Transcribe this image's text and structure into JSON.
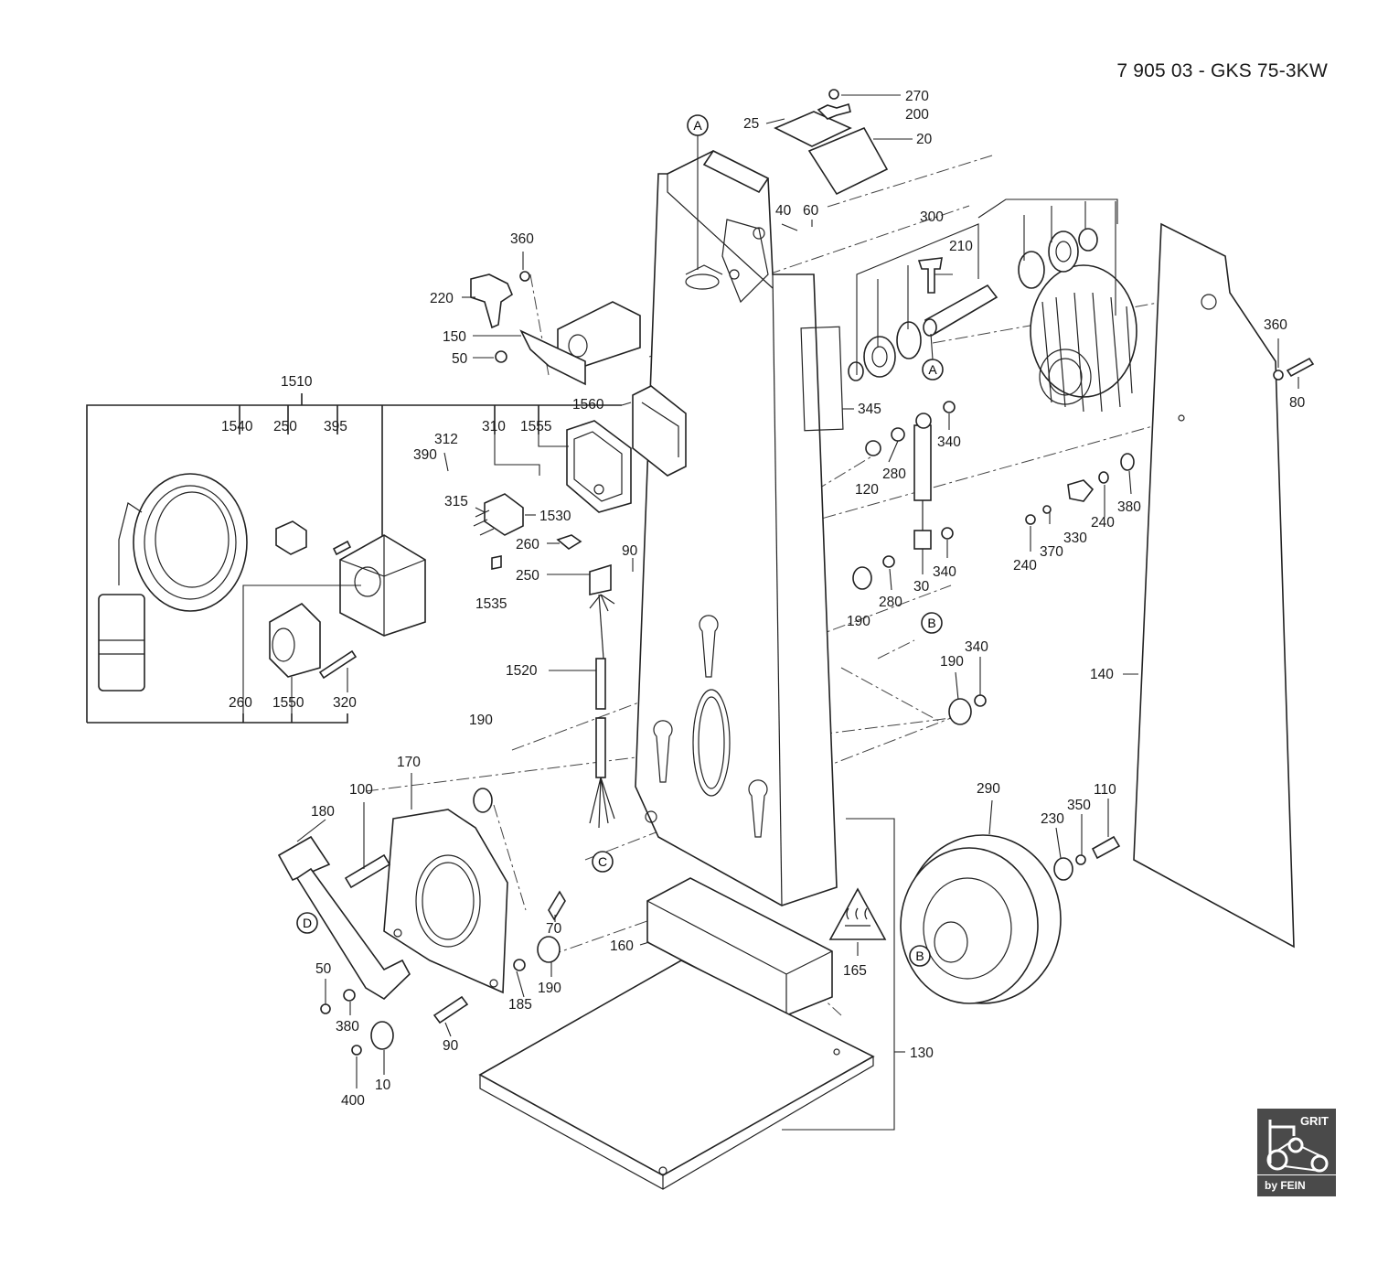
{
  "document": {
    "title": "7 905 03 - GKS 75-3KW"
  },
  "callouts": [
    {
      "id": "c270",
      "text": "270"
    },
    {
      "id": "c200",
      "text": "200"
    },
    {
      "id": "c20",
      "text": "20"
    },
    {
      "id": "c25",
      "text": "25"
    },
    {
      "id": "c40",
      "text": "40"
    },
    {
      "id": "c60",
      "text": "60"
    },
    {
      "id": "c300",
      "text": "300"
    },
    {
      "id": "c210",
      "text": "210"
    },
    {
      "id": "c360a",
      "text": "360"
    },
    {
      "id": "c220",
      "text": "220"
    },
    {
      "id": "c150",
      "text": "150"
    },
    {
      "id": "c50a",
      "text": "50"
    },
    {
      "id": "c360b",
      "text": "360"
    },
    {
      "id": "c80",
      "text": "80"
    },
    {
      "id": "c1510",
      "text": "1510"
    },
    {
      "id": "c1540",
      "text": "1540"
    },
    {
      "id": "c250a",
      "text": "250"
    },
    {
      "id": "c395",
      "text": "395"
    },
    {
      "id": "c310",
      "text": "310"
    },
    {
      "id": "c1555",
      "text": "1555"
    },
    {
      "id": "c1560",
      "text": "1560"
    },
    {
      "id": "c345",
      "text": "345"
    },
    {
      "id": "c390",
      "text": "390"
    },
    {
      "id": "c312",
      "text": "312"
    },
    {
      "id": "c315",
      "text": "315"
    },
    {
      "id": "c1530",
      "text": "1530"
    },
    {
      "id": "c260a",
      "text": "260"
    },
    {
      "id": "c250b",
      "text": "250"
    },
    {
      "id": "c1535",
      "text": "1535"
    },
    {
      "id": "c90a",
      "text": "90"
    },
    {
      "id": "c340a",
      "text": "340"
    },
    {
      "id": "c280a",
      "text": "280"
    },
    {
      "id": "c120",
      "text": "120"
    },
    {
      "id": "c240a",
      "text": "240"
    },
    {
      "id": "c380a",
      "text": "380"
    },
    {
      "id": "c330",
      "text": "330"
    },
    {
      "id": "c370",
      "text": "370"
    },
    {
      "id": "c240b",
      "text": "240"
    },
    {
      "id": "c340b",
      "text": "340"
    },
    {
      "id": "c280b",
      "text": "280"
    },
    {
      "id": "c30",
      "text": "30"
    },
    {
      "id": "c190a",
      "text": "190"
    },
    {
      "id": "c340c",
      "text": "340"
    },
    {
      "id": "c190b",
      "text": "190"
    },
    {
      "id": "c140",
      "text": "140"
    },
    {
      "id": "c1520",
      "text": "1520"
    },
    {
      "id": "c260b",
      "text": "260"
    },
    {
      "id": "c1550",
      "text": "1550"
    },
    {
      "id": "c320",
      "text": "320"
    },
    {
      "id": "c190c",
      "text": "190"
    },
    {
      "id": "c170",
      "text": "170"
    },
    {
      "id": "c100",
      "text": "100"
    },
    {
      "id": "c180",
      "text": "180"
    },
    {
      "id": "c290",
      "text": "290"
    },
    {
      "id": "c230",
      "text": "230"
    },
    {
      "id": "c350",
      "text": "350"
    },
    {
      "id": "c110",
      "text": "110"
    },
    {
      "id": "c70",
      "text": "70"
    },
    {
      "id": "c160",
      "text": "160"
    },
    {
      "id": "c165",
      "text": "165"
    },
    {
      "id": "c190d",
      "text": "190"
    },
    {
      "id": "c185",
      "text": "185"
    },
    {
      "id": "c50b",
      "text": "50"
    },
    {
      "id": "c380b",
      "text": "380"
    },
    {
      "id": "c90b",
      "text": "90"
    },
    {
      "id": "c400",
      "text": "400"
    },
    {
      "id": "c10",
      "text": "10"
    },
    {
      "id": "c130",
      "text": "130"
    }
  ],
  "reference_markers": [
    {
      "id": "refA1",
      "text": "A"
    },
    {
      "id": "refA2",
      "text": "A"
    },
    {
      "id": "refB1",
      "text": "B"
    },
    {
      "id": "refB2",
      "text": "B"
    },
    {
      "id": "refC",
      "text": "C"
    },
    {
      "id": "refD",
      "text": "D"
    }
  ],
  "logo": {
    "brand": "GRIT",
    "subline": "by FEIN"
  }
}
